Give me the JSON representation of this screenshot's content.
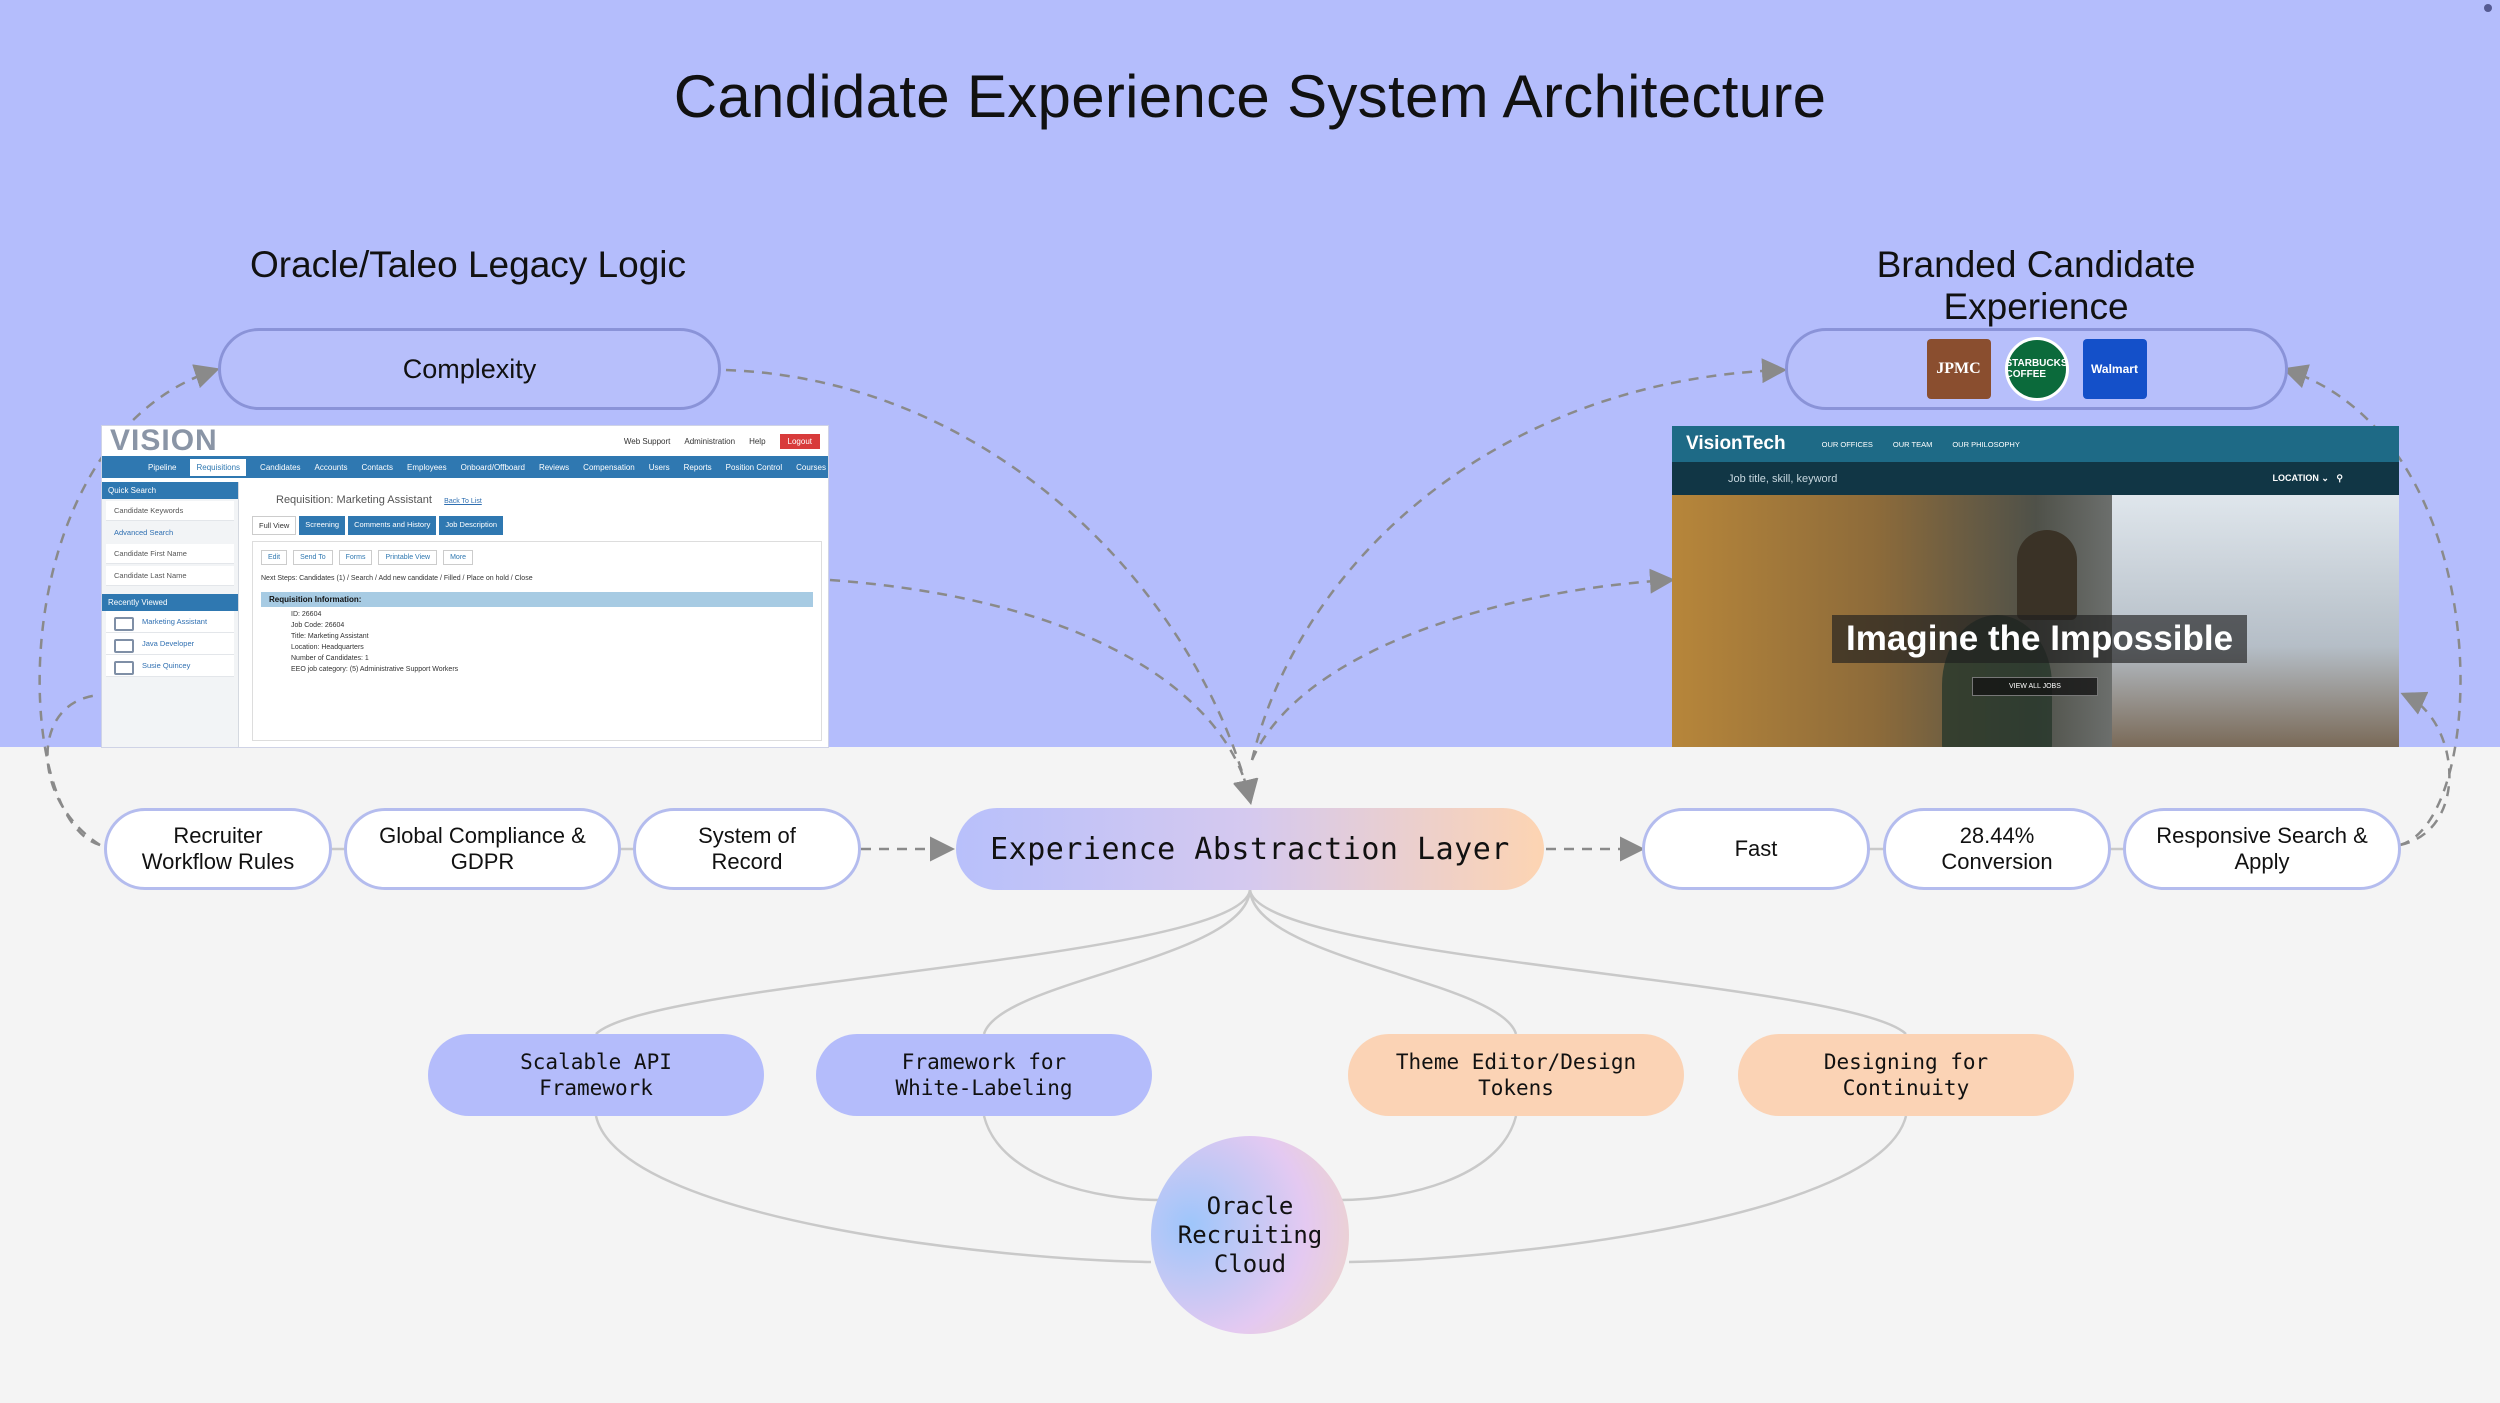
{
  "title": "Candidate Experience System Architecture",
  "left_section": {
    "title": "Oracle/Taleo Legacy Logic",
    "pill": "Complexity"
  },
  "right_section": {
    "title": "Branded Candidate Experience",
    "logos": [
      "JPMC",
      "STARBUCKS COFFEE",
      "Walmart"
    ]
  },
  "legacy_screen": {
    "brand": "VISION",
    "util_links": [
      "Web Support",
      "Administration",
      "Help"
    ],
    "logout": "Logout",
    "nav": [
      "Pipeline",
      "Requisitions",
      "Candidates",
      "Accounts",
      "Contacts",
      "Employees",
      "Onboard/Offboard",
      "Reviews",
      "Compensation",
      "Users",
      "Reports",
      "Position Control",
      "Courses"
    ],
    "quick_search": "Quick Search",
    "fields": [
      "Candidate Keywords",
      "Advanced Search",
      "Candidate First Name",
      "Candidate Last Name"
    ],
    "recently_viewed": "Recently Viewed",
    "recent_items": [
      "Marketing Assistant",
      "Java Developer",
      "Susie Quincey"
    ],
    "requisition": "Requisition: Marketing Assistant",
    "back": "Back To List",
    "tabs": [
      "Full View",
      "Screening",
      "Comments and History",
      "Job Description"
    ],
    "buttons": [
      "Edit",
      "Send To",
      "Forms",
      "Printable View",
      "More"
    ],
    "next_steps": "Next Steps: Candidates (1) / Search / Add new candidate / Filled / Place on hold / Close",
    "section": "Requisition Information:",
    "rows": [
      "ID: 26604",
      "Job Code: 26604",
      "Title: Marketing Assistant",
      "Location: Headquarters",
      "Number of Candidates: 1",
      "EEO job category: (5) Administrative Support Workers"
    ]
  },
  "branded_screen": {
    "logo": "VisionTech",
    "links": [
      "OUR OFFICES",
      "OUR TEAM",
      "OUR PHILOSOPHY"
    ],
    "search_placeholder": "Job title, skill, keyword",
    "location": "LOCATION",
    "headline": "Imagine the Impossible",
    "cta": "VIEW ALL JOBS"
  },
  "left_pills": [
    "Recruiter\nWorkflow Rules",
    "Global Compliance &\nGDPR",
    "System of\nRecord"
  ],
  "center": "Experience Abstraction Layer",
  "right_pills": [
    "Fast",
    "28.44%\nConversion",
    "Responsive Search &\nApply"
  ],
  "lower_pills": [
    "Scalable API\nFramework",
    "Framework for\nWhite-Labeling",
    "Theme Editor/Design\nTokens",
    "Designing for\nContinuity"
  ],
  "core": "Oracle\nRecruiting\nCloud",
  "colors": {
    "top_band": "#b4bdfc",
    "blue_pill": "#b4bcfb",
    "peach_pill": "#fbd3b5",
    "connector": "#8a8a8a"
  }
}
